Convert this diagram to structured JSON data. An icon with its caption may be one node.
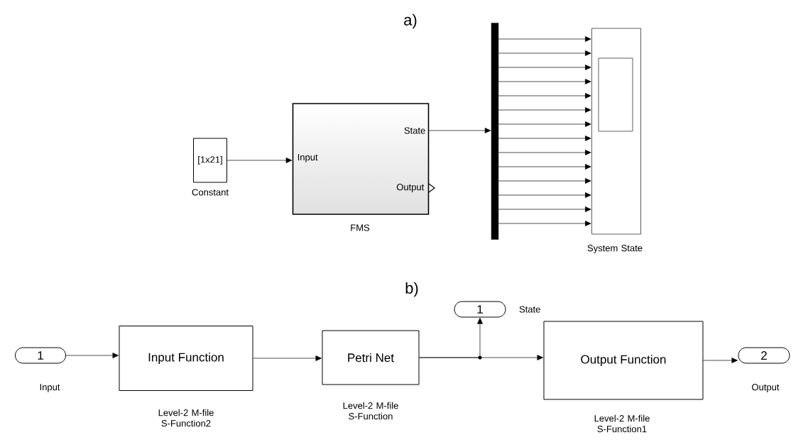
{
  "diagram": {
    "nodes": [
      {
        "text": [
          "[1x21]"
        ],
        "beside": [
          "Constant"
        ]
      },
      {
        "text": [
          "Input",
          "State",
          "Output"
        ],
        "beside": [
          "FMS"
        ]
      },
      {
        "text": [],
        "shape": "bar"
      },
      {
        "text": [],
        "shape": "box",
        "beside": [
          "System State"
        ]
      },
      {
        "text": [
          "1"
        ],
        "beside": [
          "Input"
        ]
      },
      {
        "text": [
          "Input Function"
        ],
        "beside": [
          "Level-2 M-file S-Function2"
        ]
      },
      {
        "text": [
          "Petri Net"
        ],
        "beside": [
          "Level-2 M-file S-Function"
        ]
      },
      {
        "text": [
          "1"
        ],
        "beside": [
          "State"
        ]
      },
      {
        "text": [
          "Output Function"
        ],
        "beside": [
          "Level-2 M-file S-Function1"
        ]
      },
      {
        "text": [
          "2"
        ],
        "beside": [
          "Output"
        ]
      }
    ],
    "edges": [
      {
        "from": 0,
        "to": 1,
        "arrow": "to"
      },
      {
        "from": 1,
        "to": 2,
        "arrow": "to"
      },
      {
        "from": 2,
        "to": 3,
        "arrow": "to"
      },
      {
        "from": 2,
        "to": 3,
        "arrow": "to"
      },
      {
        "from": 2,
        "to": 3,
        "arrow": "to"
      },
      {
        "from": 2,
        "to": 3,
        "arrow": "to"
      },
      {
        "from": 2,
        "to": 3,
        "arrow": "to"
      },
      {
        "from": 2,
        "to": 3,
        "arrow": "to"
      },
      {
        "from": 2,
        "to": 3,
        "arrow": "to"
      },
      {
        "from": 2,
        "to": 3,
        "arrow": "to"
      },
      {
        "from": 2,
        "to": 3,
        "arrow": "to"
      },
      {
        "from": 2,
        "to": 3,
        "arrow": "to"
      },
      {
        "from": 2,
        "to": 3,
        "arrow": "to"
      },
      {
        "from": 2,
        "to": 3,
        "arrow": "to"
      },
      {
        "from": 2,
        "to": 3,
        "arrow": "to"
      },
      {
        "from": 2,
        "to": 3,
        "arrow": "to"
      },
      {
        "from": 4,
        "to": 5,
        "arrow": "to"
      },
      {
        "from": 5,
        "to": 6,
        "arrow": "to"
      },
      {
        "from": 6,
        "to": 7,
        "arrow": "to"
      },
      {
        "from": 6,
        "to": 8,
        "arrow": "to"
      },
      {
        "from": 8,
        "to": 9,
        "arrow": "to"
      }
    ],
    "labels": [
      "a)",
      "b)"
    ]
  }
}
